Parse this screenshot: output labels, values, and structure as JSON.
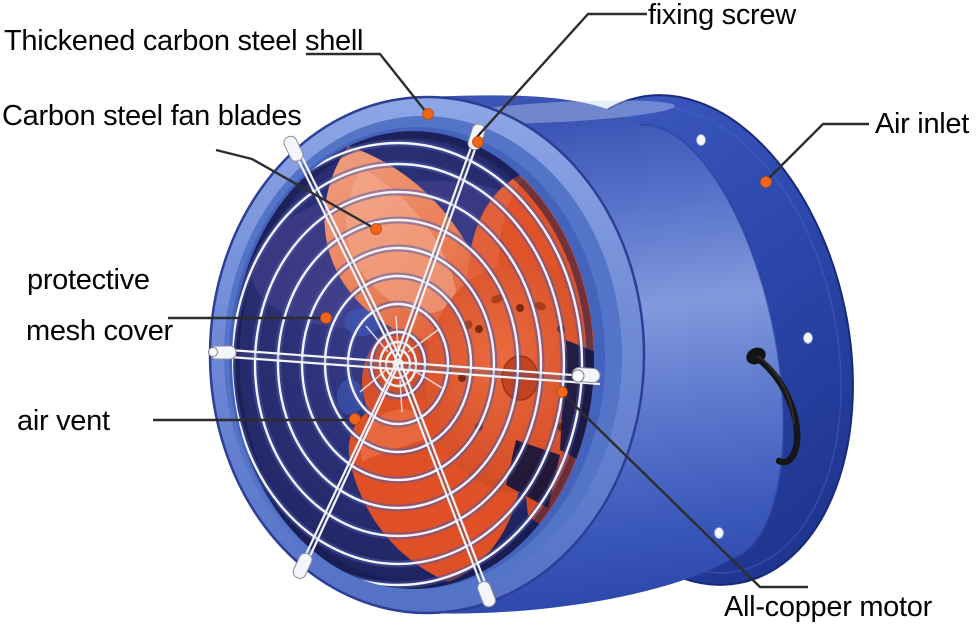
{
  "diagram": {
    "type": "annotated-product-diagram",
    "subject": "industrial axial flow duct fan",
    "callouts": {
      "shell": {
        "label": "Thickened carbon steel shell"
      },
      "fixing_screw": {
        "label": "fixing screw"
      },
      "fan_blades": {
        "label": "Carbon steel fan blades"
      },
      "air_inlet": {
        "label": "Air inlet"
      },
      "mesh_cover": {
        "label_line1": "protective",
        "label_line2": "mesh cover"
      },
      "air_vent": {
        "label": "air vent"
      },
      "motor": {
        "label": "All-copper motor"
      }
    },
    "colors": {
      "shell_rim_blue": "#7b96d9",
      "housing_body_blue": "#4663c0",
      "inlet_flange_blue": "#2a45a8",
      "interior_navy": "#272c6e",
      "blade_orange": "#e0552b",
      "blade_salmon": "#f0a184",
      "mesh_wire_white": "#f2f4fb",
      "callout_dot_orange": "#ee6317",
      "leader_line_gray": "#2d2d2d",
      "label_text_black": "#050505",
      "background_white": "#ffffff"
    }
  }
}
